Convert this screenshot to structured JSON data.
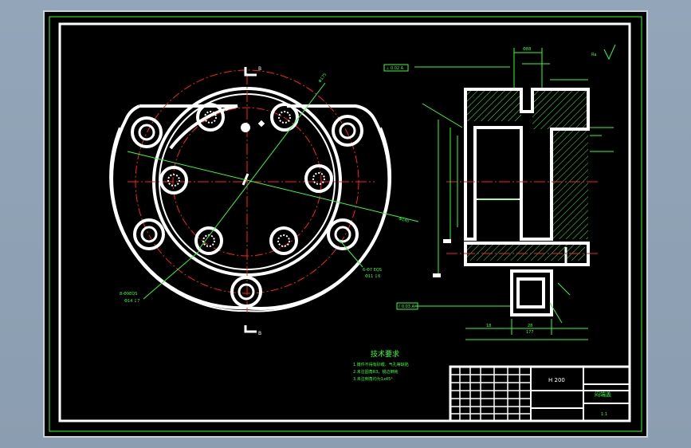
{
  "colors": {
    "background": "#000000",
    "outline": "#ffffff",
    "centerline": "#ff2020",
    "dimension": "#36ff36",
    "hatch": "#36ff36",
    "viewport_frame": "#8ea1b4"
  },
  "tech_requirements": {
    "title": "技术要求",
    "lines": [
      "1.铸件不得有砂眼、气孔等缺陷",
      "2.未注圆角R3，锐边倒钝",
      "3.未注倒角均为1x45°"
    ]
  },
  "title_block": {
    "part_code": "H 200",
    "part_name": "闷端盖",
    "sheet": "1:1"
  },
  "annotations": {
    "hole_callout_left": "8-Φ9EQS",
    "hole_callout_left_sub": "Φ14 ↧7",
    "hole_callout_right": "6-Φ7 EQS",
    "hole_callout_right_sub": "Φ11 ↧6",
    "pcd_label_top": "Φ175",
    "pcd_label_right": "Φ145",
    "section_label_top": "B",
    "section_label_bottom": "B",
    "tolerance_frame_top": "⊥ 0.02 A",
    "tolerance_frame_bottom": "⫽ 0.03 A",
    "dim_bottom_total": "177",
    "dim_bottom_left": "18",
    "dim_bottom_right": "28",
    "dim_top": "Φ88",
    "roughness_mark": "Ra"
  }
}
